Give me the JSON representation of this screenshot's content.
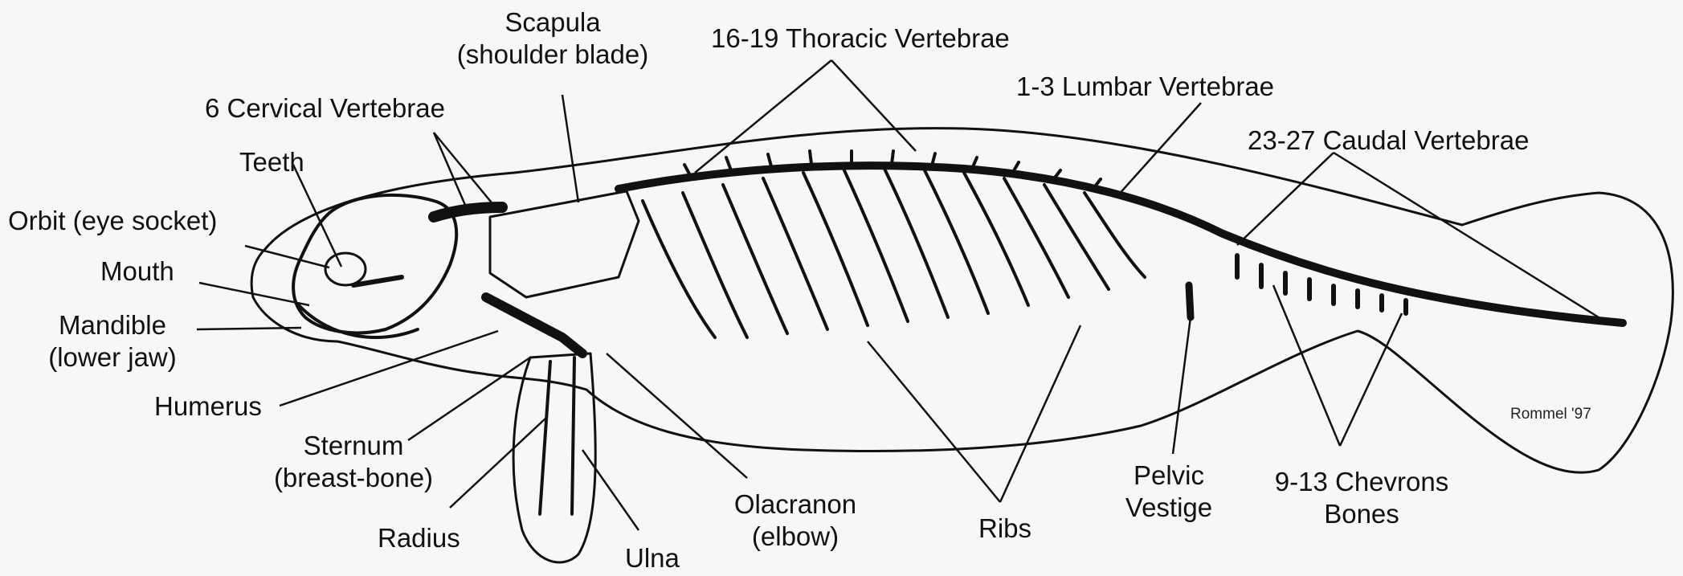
{
  "labels": {
    "scapula": {
      "line1": "Scapula",
      "line2": "(shoulder blade)"
    },
    "thoracic": "16-19 Thoracic Vertebrae",
    "lumbar": "1-3 Lumbar Vertebrae",
    "cervical": "6 Cervical Vertebrae",
    "caudal": "23-27 Caudal Vertebrae",
    "teeth": "Teeth",
    "orbit": "Orbit (eye socket)",
    "mouth": "Mouth",
    "mandible": {
      "line1": "Mandible",
      "line2": "(lower jaw)"
    },
    "humerus": "Humerus",
    "sternum": {
      "line1": "Sternum",
      "line2": "(breast-bone)"
    },
    "radius": "Radius",
    "ulna": "Ulna",
    "olecranon": {
      "line1": "Olacranon",
      "line2": "(elbow)"
    },
    "ribs": "Ribs",
    "pelvic": {
      "line1": "Pelvic",
      "line2": "Vestige"
    },
    "chevrons": {
      "line1": "9-13 Chevrons",
      "line2": "Bones"
    }
  },
  "signature": "Rommel '97"
}
